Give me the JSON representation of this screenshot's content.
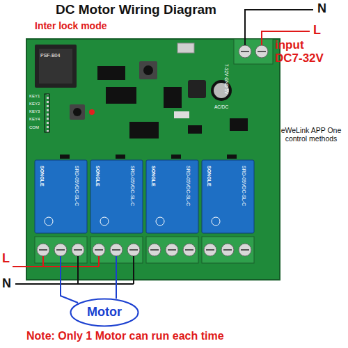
{
  "diagram": {
    "title": "DC Motor Wiring Diagram",
    "caption": "Note: Only 1 Motor can run each time",
    "nodes": [
      {
        "text": [
          "Motor"
        ]
      }
    ],
    "labels": [
      "Inter lock mode",
      "N",
      "L",
      "input DC7-32V",
      "eWeLink APP One control methods",
      "L",
      "N",
      "PSF-B04",
      "7-32V GND 5V",
      "AC/DC",
      "KEY1",
      "KEY2",
      "KEY3",
      "KEY4",
      "COM",
      "SONGLE",
      "SONGLE",
      "SONGLE",
      "SONGLE",
      "SRD-05VDC-SL-C",
      "SRD-05VDC-SL-C",
      "SRD-05VDC-SL-C",
      "SRD-05VDC-SL-C"
    ]
  }
}
